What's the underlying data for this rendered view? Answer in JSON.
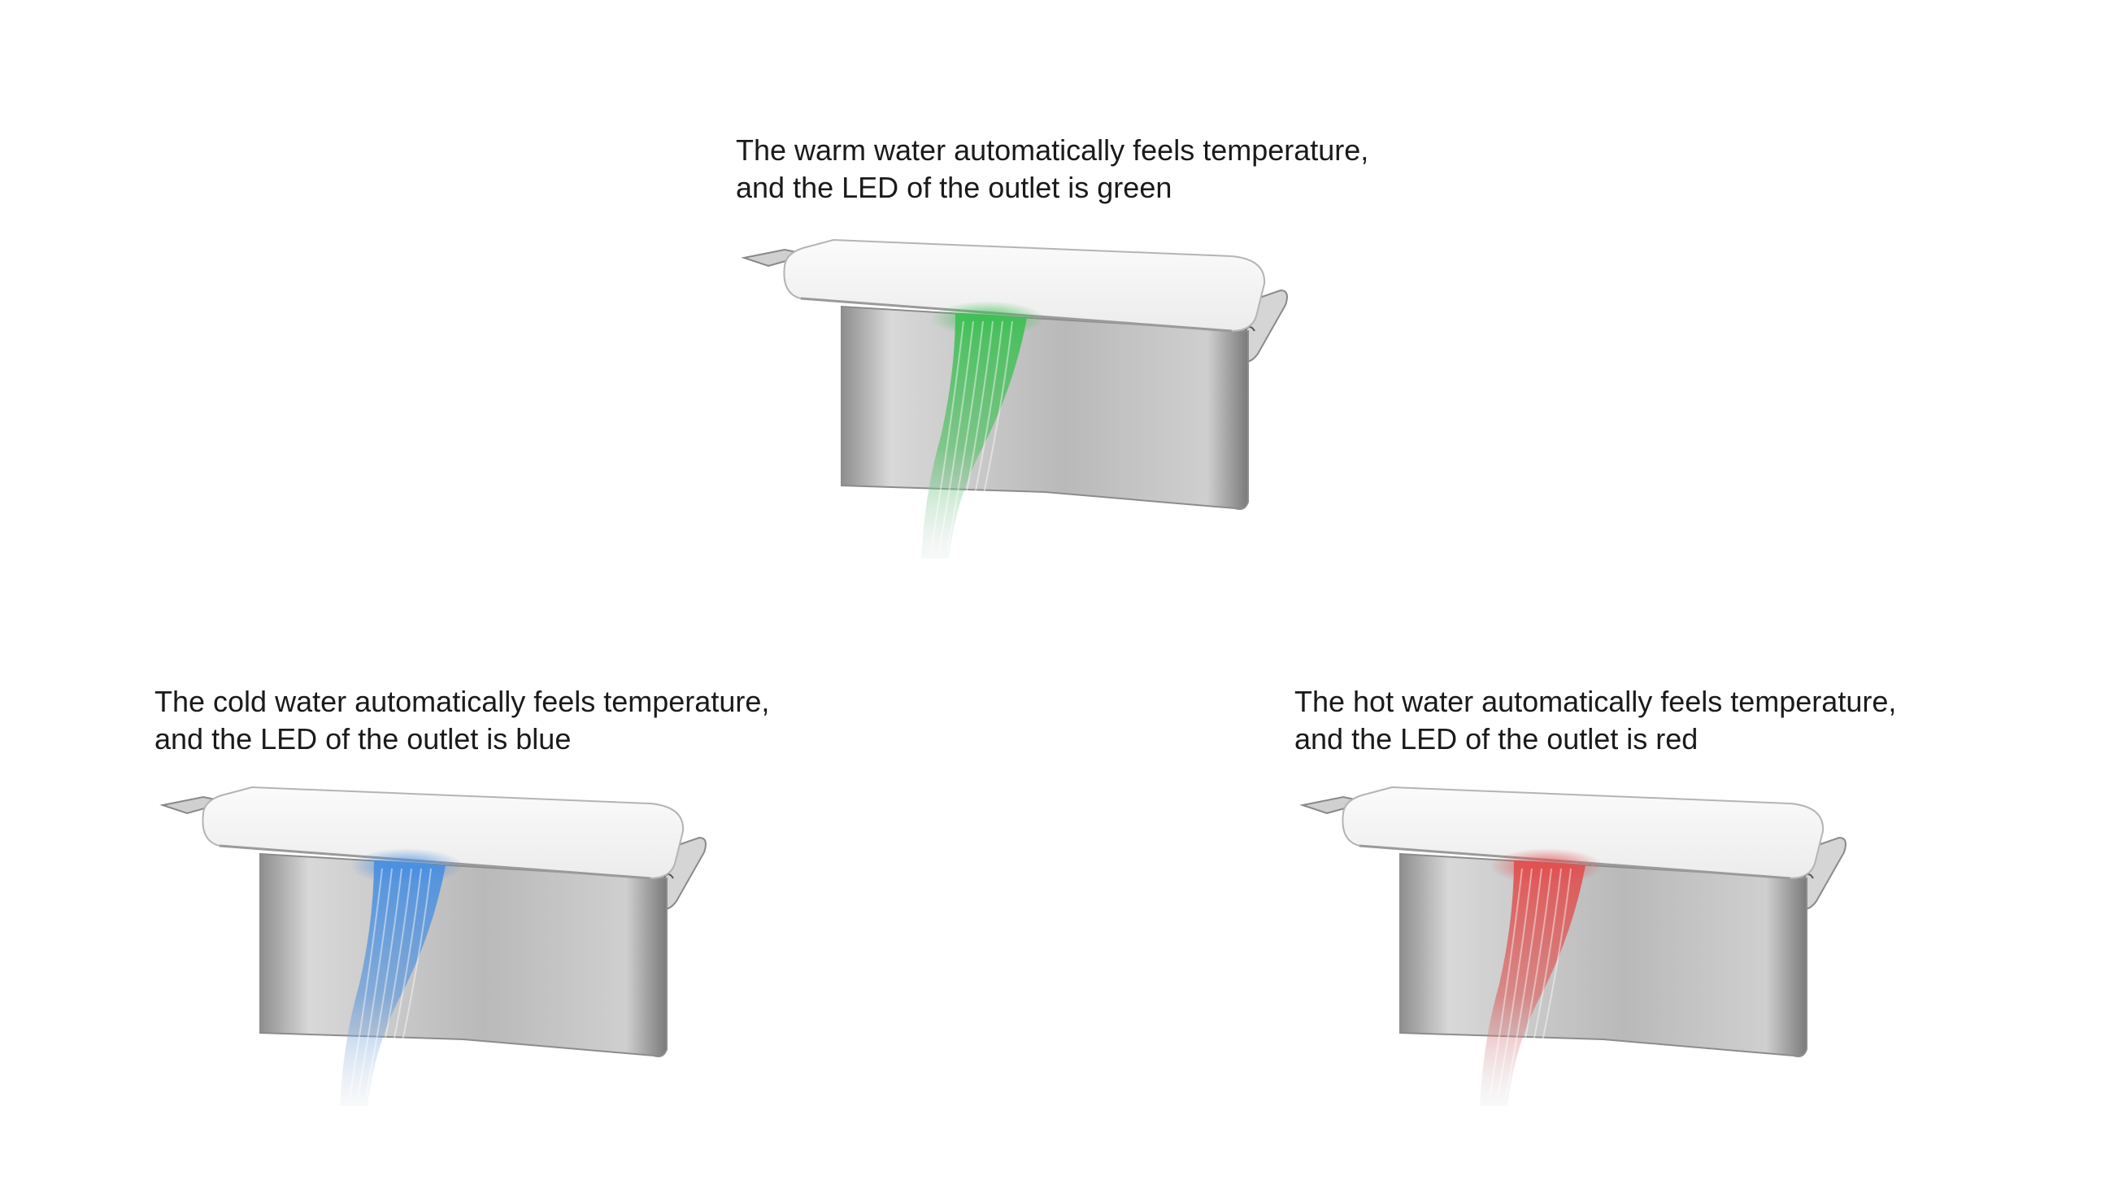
{
  "panels": {
    "warm": {
      "line1": "The warm water automatically feels temperature,",
      "line2": "and the LED of the outlet is green",
      "led_color": "#3fbf55"
    },
    "cold": {
      "line1": "The cold water automatically feels temperature,",
      "line2": "and the LED of the outlet is blue",
      "led_color": "#4a8fe0"
    },
    "hot": {
      "line1": "The hot water automatically feels temperature,",
      "line2": "and the LED of the outlet is red",
      "led_color": "#e05050"
    }
  },
  "icons": {
    "faucet": "waterfall-faucet-icon",
    "touch": "touch-hand-icon"
  }
}
